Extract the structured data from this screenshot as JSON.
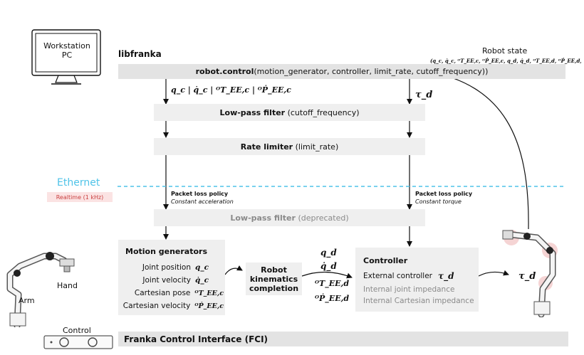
{
  "workstation": {
    "line1": "Workstation",
    "line2": "PC"
  },
  "libfranka": {
    "title": "libfranka"
  },
  "robot_control": {
    "fn": "robot.control",
    "args": "(motion_generator,  controller,  limit_rate,  cutoff_frequency))"
  },
  "signals": {
    "left": "q_c | q̇_c | ᴼT_EE,c | ᴼṖ_EE,c",
    "right": "τ_d"
  },
  "lowpass1": {
    "name": "Low-pass filter",
    "param": "(cutoff_frequency)"
  },
  "rate_limiter": {
    "name": "Rate limiter",
    "param": "(limit_rate)"
  },
  "ethernet": {
    "label": "Ethernet",
    "realtime": "Realtime (1 kHz)"
  },
  "packet_loss_left": {
    "title": "Packet loss policy",
    "sub": "Constant acceleration"
  },
  "packet_loss_right": {
    "title": "Packet loss policy",
    "sub": "Constant torque"
  },
  "lowpass2": {
    "name": "Low-pass filter",
    "param": "(deprecated)"
  },
  "motion_generators": {
    "title": "Motion generators",
    "rows": [
      {
        "label": "Joint position",
        "sym": "q_c"
      },
      {
        "label": "Joint velocity",
        "sym": "q̇_c"
      },
      {
        "label": "Cartesian pose",
        "sym": "ᴼT_EE,c"
      },
      {
        "label": "Cartesian velocity",
        "sym": "ᴼṖ_EE,c"
      }
    ]
  },
  "kinematics": {
    "line1": "Robot",
    "line2": "kinematics",
    "line3": "completion"
  },
  "mid_signals": [
    "q_d",
    "q̇_d",
    "ᴼT_EE,d",
    "ᴼṖ_EE,d"
  ],
  "controller": {
    "title": "Controller",
    "external": "External controller",
    "external_sym": "τ_d",
    "internal_joint": "Internal joint impedance",
    "internal_cart": "Internal Cartesian impedance"
  },
  "tau_out": "τ_d",
  "robot_state": {
    "title": "Robot state",
    "vars": "(q_c, q̇_c, ᴼT_EE,c, ᴼṖ_EE,c, q_d, q̇_d, ᴼT_EE,d, ᴼṖ_EE,d, τ_d, ...)"
  },
  "labels": {
    "arm": "Arm",
    "hand": "Hand",
    "control": "Control"
  },
  "fci": {
    "prefix": "Franka Control Interface (",
    "acronym": "FCI",
    "suffix": ")"
  },
  "colors": {
    "ethernet": "#4fc3e8",
    "realtime_bg": "#fbe3e3",
    "realtime_text": "#c94040",
    "box": "#efefef",
    "fci_bar": "#e3e3e3"
  }
}
